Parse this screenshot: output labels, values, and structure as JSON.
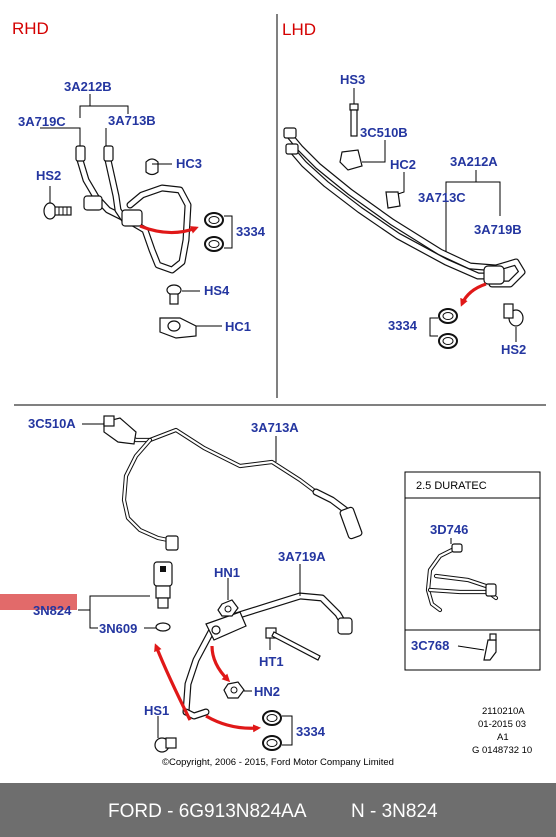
{
  "sections": {
    "rhd": "RHD",
    "lhd": "LHD"
  },
  "rhd_labels": {
    "a212b": "3A212B",
    "a719c": "3A719C",
    "a713b": "3A713B",
    "hs2": "HS2",
    "hc3": "HC3",
    "p3334": "3334",
    "hs4": "HS4",
    "hc1": "HC1"
  },
  "lhd_labels": {
    "hs3": "HS3",
    "c510b": "3C510B",
    "hc2": "HC2",
    "a212a": "3A212A",
    "a713c": "3A713C",
    "a719b": "3A719B",
    "p3334": "3334",
    "hs2": "HS2"
  },
  "main_labels": {
    "c510a": "3C510A",
    "a713a": "3A713A",
    "a719a": "3A719A",
    "hn1": "HN1",
    "n824": "3N824",
    "n609": "3N609",
    "ht1": "HT1",
    "hn2": "HN2",
    "hs1": "HS1",
    "p3334": "3334"
  },
  "inset": {
    "title": "2.5 DURATEC",
    "d746": "3D746",
    "c768": "3C768"
  },
  "info": {
    "line1": "2110210A",
    "line2": "01-2015 03",
    "line3": "A1",
    "line4": "G 0148732 10"
  },
  "copyright": "©Copyright, 2006 - 2015, Ford Motor Company Limited",
  "footer": {
    "part_number": "FORD - 6G913N824AA",
    "reference": "N - 3N824"
  },
  "colors": {
    "label": "#2436a0",
    "section_title": "#d40000",
    "arrow": "#e01818",
    "highlight": "#e26a6a",
    "footer_bg": "#6e6e6e"
  }
}
